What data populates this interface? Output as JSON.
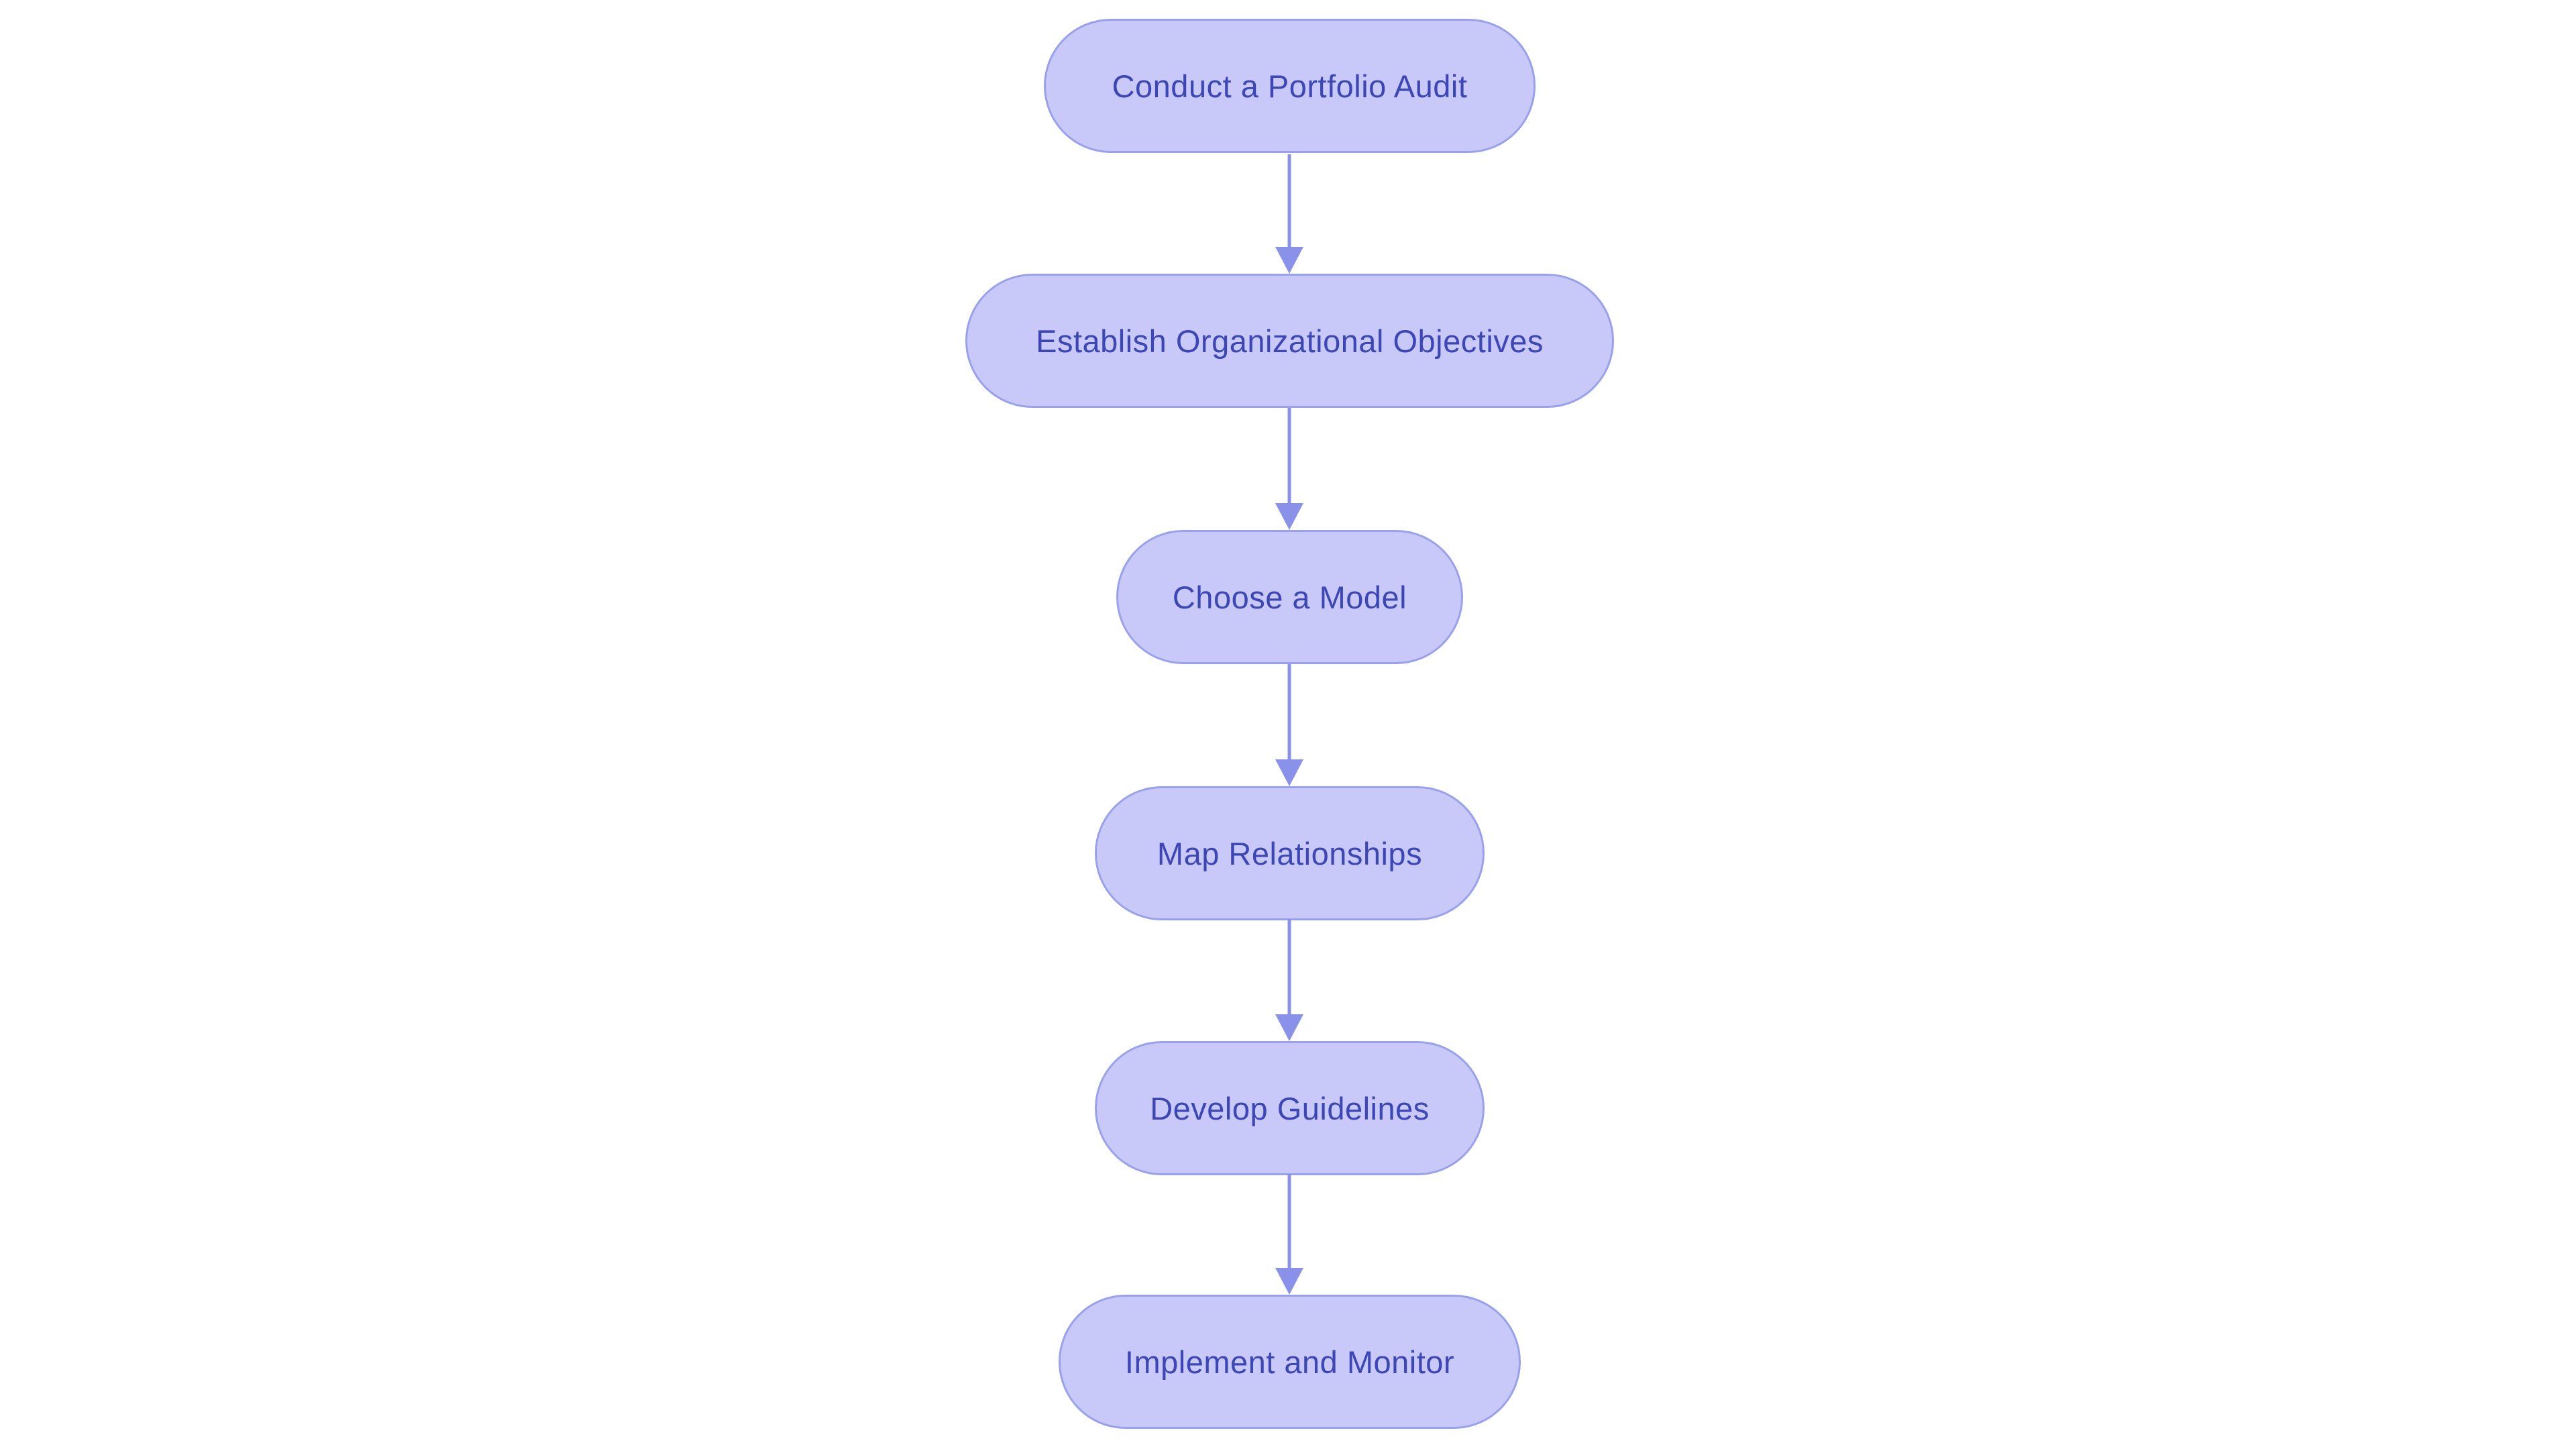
{
  "diagram": {
    "type": "flowchart",
    "direction": "top-down",
    "colors": {
      "background": "#ffffff",
      "node_fill": "#c8c9f8",
      "node_border": "#9aa1ec",
      "node_text": "#3c46b4",
      "arrow": "#8a91e8"
    },
    "nodes": [
      {
        "id": "step-1",
        "label": "Conduct a Portfolio Audit"
      },
      {
        "id": "step-2",
        "label": "Establish Organizational Objectives"
      },
      {
        "id": "step-3",
        "label": "Choose a Model"
      },
      {
        "id": "step-4",
        "label": "Map Relationships"
      },
      {
        "id": "step-5",
        "label": "Develop Guidelines"
      },
      {
        "id": "step-6",
        "label": "Implement and Monitor"
      }
    ],
    "edges": [
      {
        "from": "step-1",
        "to": "step-2"
      },
      {
        "from": "step-2",
        "to": "step-3"
      },
      {
        "from": "step-3",
        "to": "step-4"
      },
      {
        "from": "step-4",
        "to": "step-5"
      },
      {
        "from": "step-5",
        "to": "step-6"
      }
    ]
  }
}
